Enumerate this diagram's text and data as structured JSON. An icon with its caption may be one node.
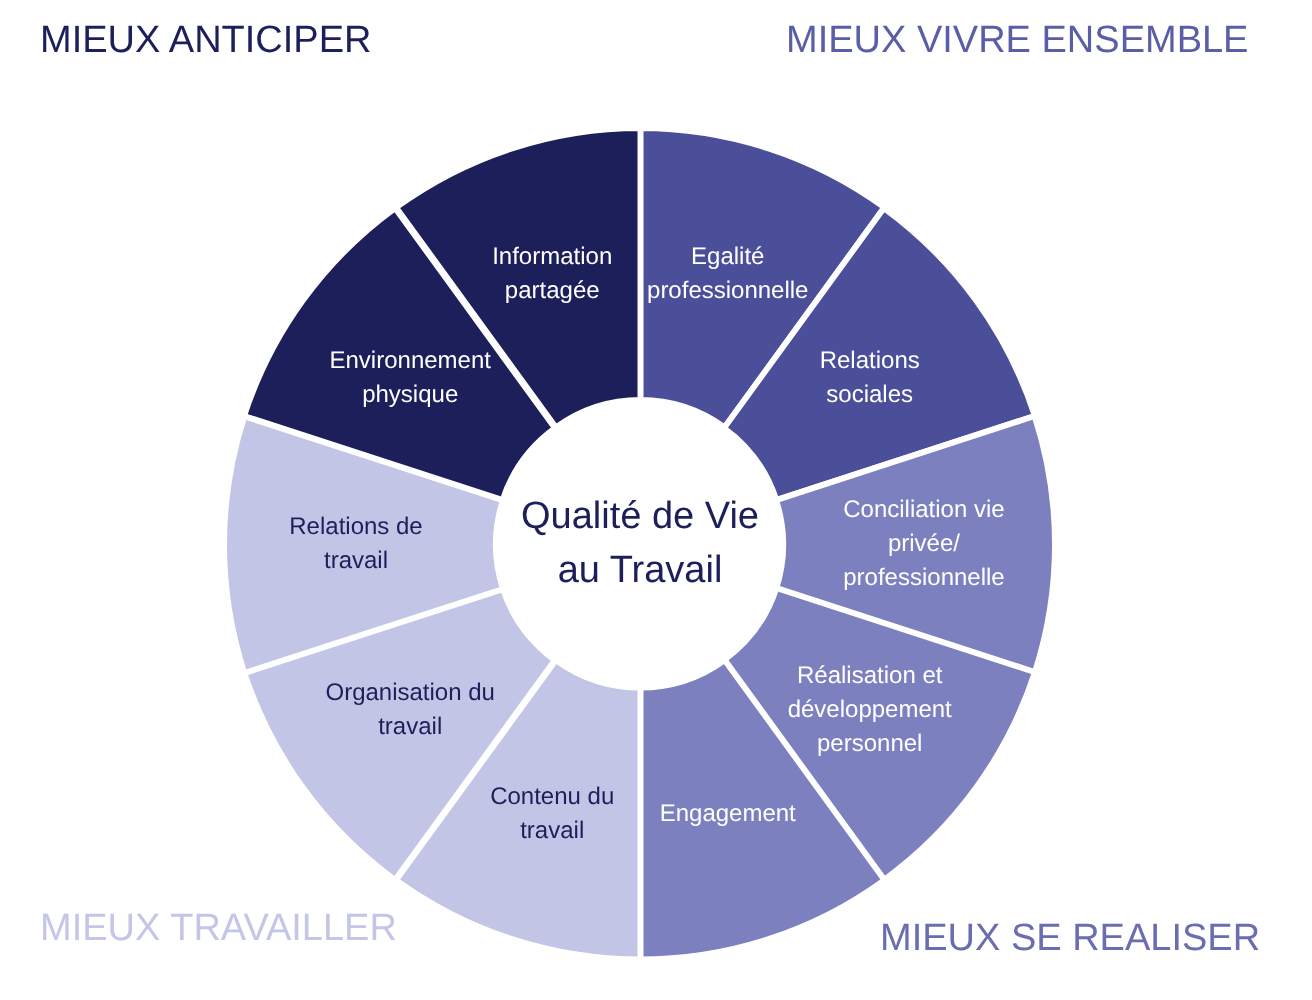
{
  "diagram": {
    "nodes": [
      {
        "text": [
          "Qualité de Vie au Travail"
        ]
      },
      {
        "text": [
          "Egalité professionnelle"
        ]
      },
      {
        "text": [
          "Relations sociales"
        ]
      },
      {
        "text": [
          "Conciliation vie privée/ professionnelle"
        ]
      },
      {
        "text": [
          "Réalisation et développement personnel"
        ]
      },
      {
        "text": [
          "Engagement"
        ]
      },
      {
        "text": [
          "Contenu du travail"
        ]
      },
      {
        "text": [
          "Organisation du travail"
        ]
      },
      {
        "text": [
          "Relations de travail"
        ]
      },
      {
        "text": [
          "Environnement physique"
        ]
      },
      {
        "text": [
          "Information partagée"
        ]
      }
    ],
    "labels": [
      "MIEUX ANTICIPER",
      "MIEUX VIVRE ENSEMBLE",
      "MIEUX TRAVAILLER",
      "MIEUX SE REALISER"
    ]
  }
}
